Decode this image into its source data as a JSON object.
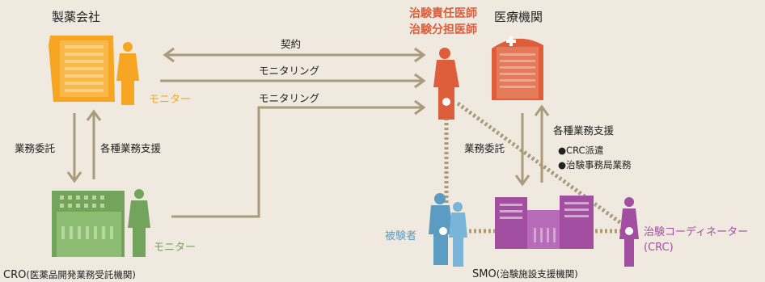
{
  "colors": {
    "background": "#efe9df",
    "arrow": "#a89c7a",
    "pharma": "#f6a623",
    "cro": "#72a55b",
    "investigator": "#de5d3a",
    "smo": "#a24fa2",
    "subject": "#5d9cc2",
    "text": "#222222"
  },
  "nodes": {
    "pharma": {
      "label": "製薬会社",
      "monitor": "モニター"
    },
    "cro": {
      "label": "CRO",
      "label_sub": "(医薬品開発業務受託機関)",
      "monitor": "モニター"
    },
    "hospital": {
      "label": "医療機関",
      "investigator_line1": "治験責任医師",
      "investigator_line2": "治験分担医師"
    },
    "smo": {
      "label": "SMO",
      "label_sub": "(治験施設支援機関)"
    },
    "subject": {
      "label": "被験者"
    },
    "crc": {
      "label": "治験コーディネーター",
      "label_sub": "(CRC)"
    }
  },
  "edges": {
    "contract": "契約",
    "monitoring1": "モニタリング",
    "monitoring2": "モニタリング",
    "pharma_to_cro": "業務委託",
    "cro_to_pharma": "各種業務支援",
    "hospital_to_smo": "業務委託",
    "smo_to_hospital": "各種業務支援",
    "smo_services": [
      "●CRC派遣",
      "●治験事務局業務"
    ]
  }
}
